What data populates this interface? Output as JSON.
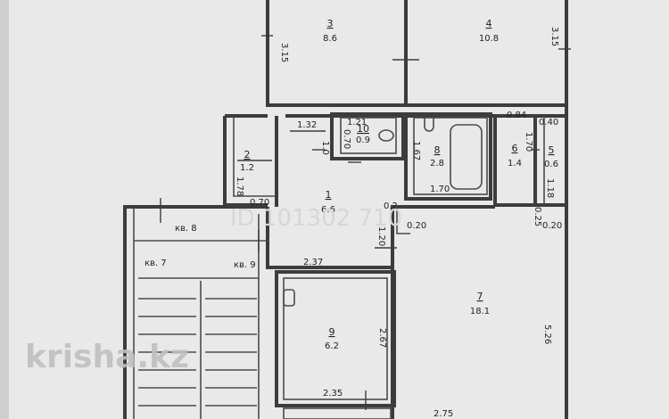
{
  "rooms": [
    {
      "num": "1",
      "area": "6.6"
    },
    {
      "num": "2",
      "area": "1.2"
    },
    {
      "num": "3",
      "area": "8.6"
    },
    {
      "num": "4",
      "area": "10.8"
    },
    {
      "num": "5",
      "area": "0.6"
    },
    {
      "num": "6",
      "area": "1.4"
    },
    {
      "num": "7",
      "area": "18.1"
    },
    {
      "num": "8",
      "area": "2.8"
    },
    {
      "num": "9",
      "area": "6.2"
    },
    {
      "num": "10",
      "area": "0.9"
    }
  ],
  "dimensions": [
    "3.15",
    "3.15",
    "1.32",
    "1.21",
    "0.70",
    "1.0",
    "1.67",
    "1.70",
    "0.84",
    "0.40",
    "1.70",
    "1.18",
    "1.78",
    "0.70",
    "0.2",
    "1.20",
    "0.20",
    "0.25",
    "0.20",
    "2.37",
    "2.67",
    "2.35",
    "5.26",
    "2.75"
  ],
  "neighbor_flats": [
    "кв. 8",
    "кв. 7",
    "кв. 9"
  ],
  "watermarks": {
    "site": "krisha.kz",
    "listing_id": "ID 101302 710"
  }
}
